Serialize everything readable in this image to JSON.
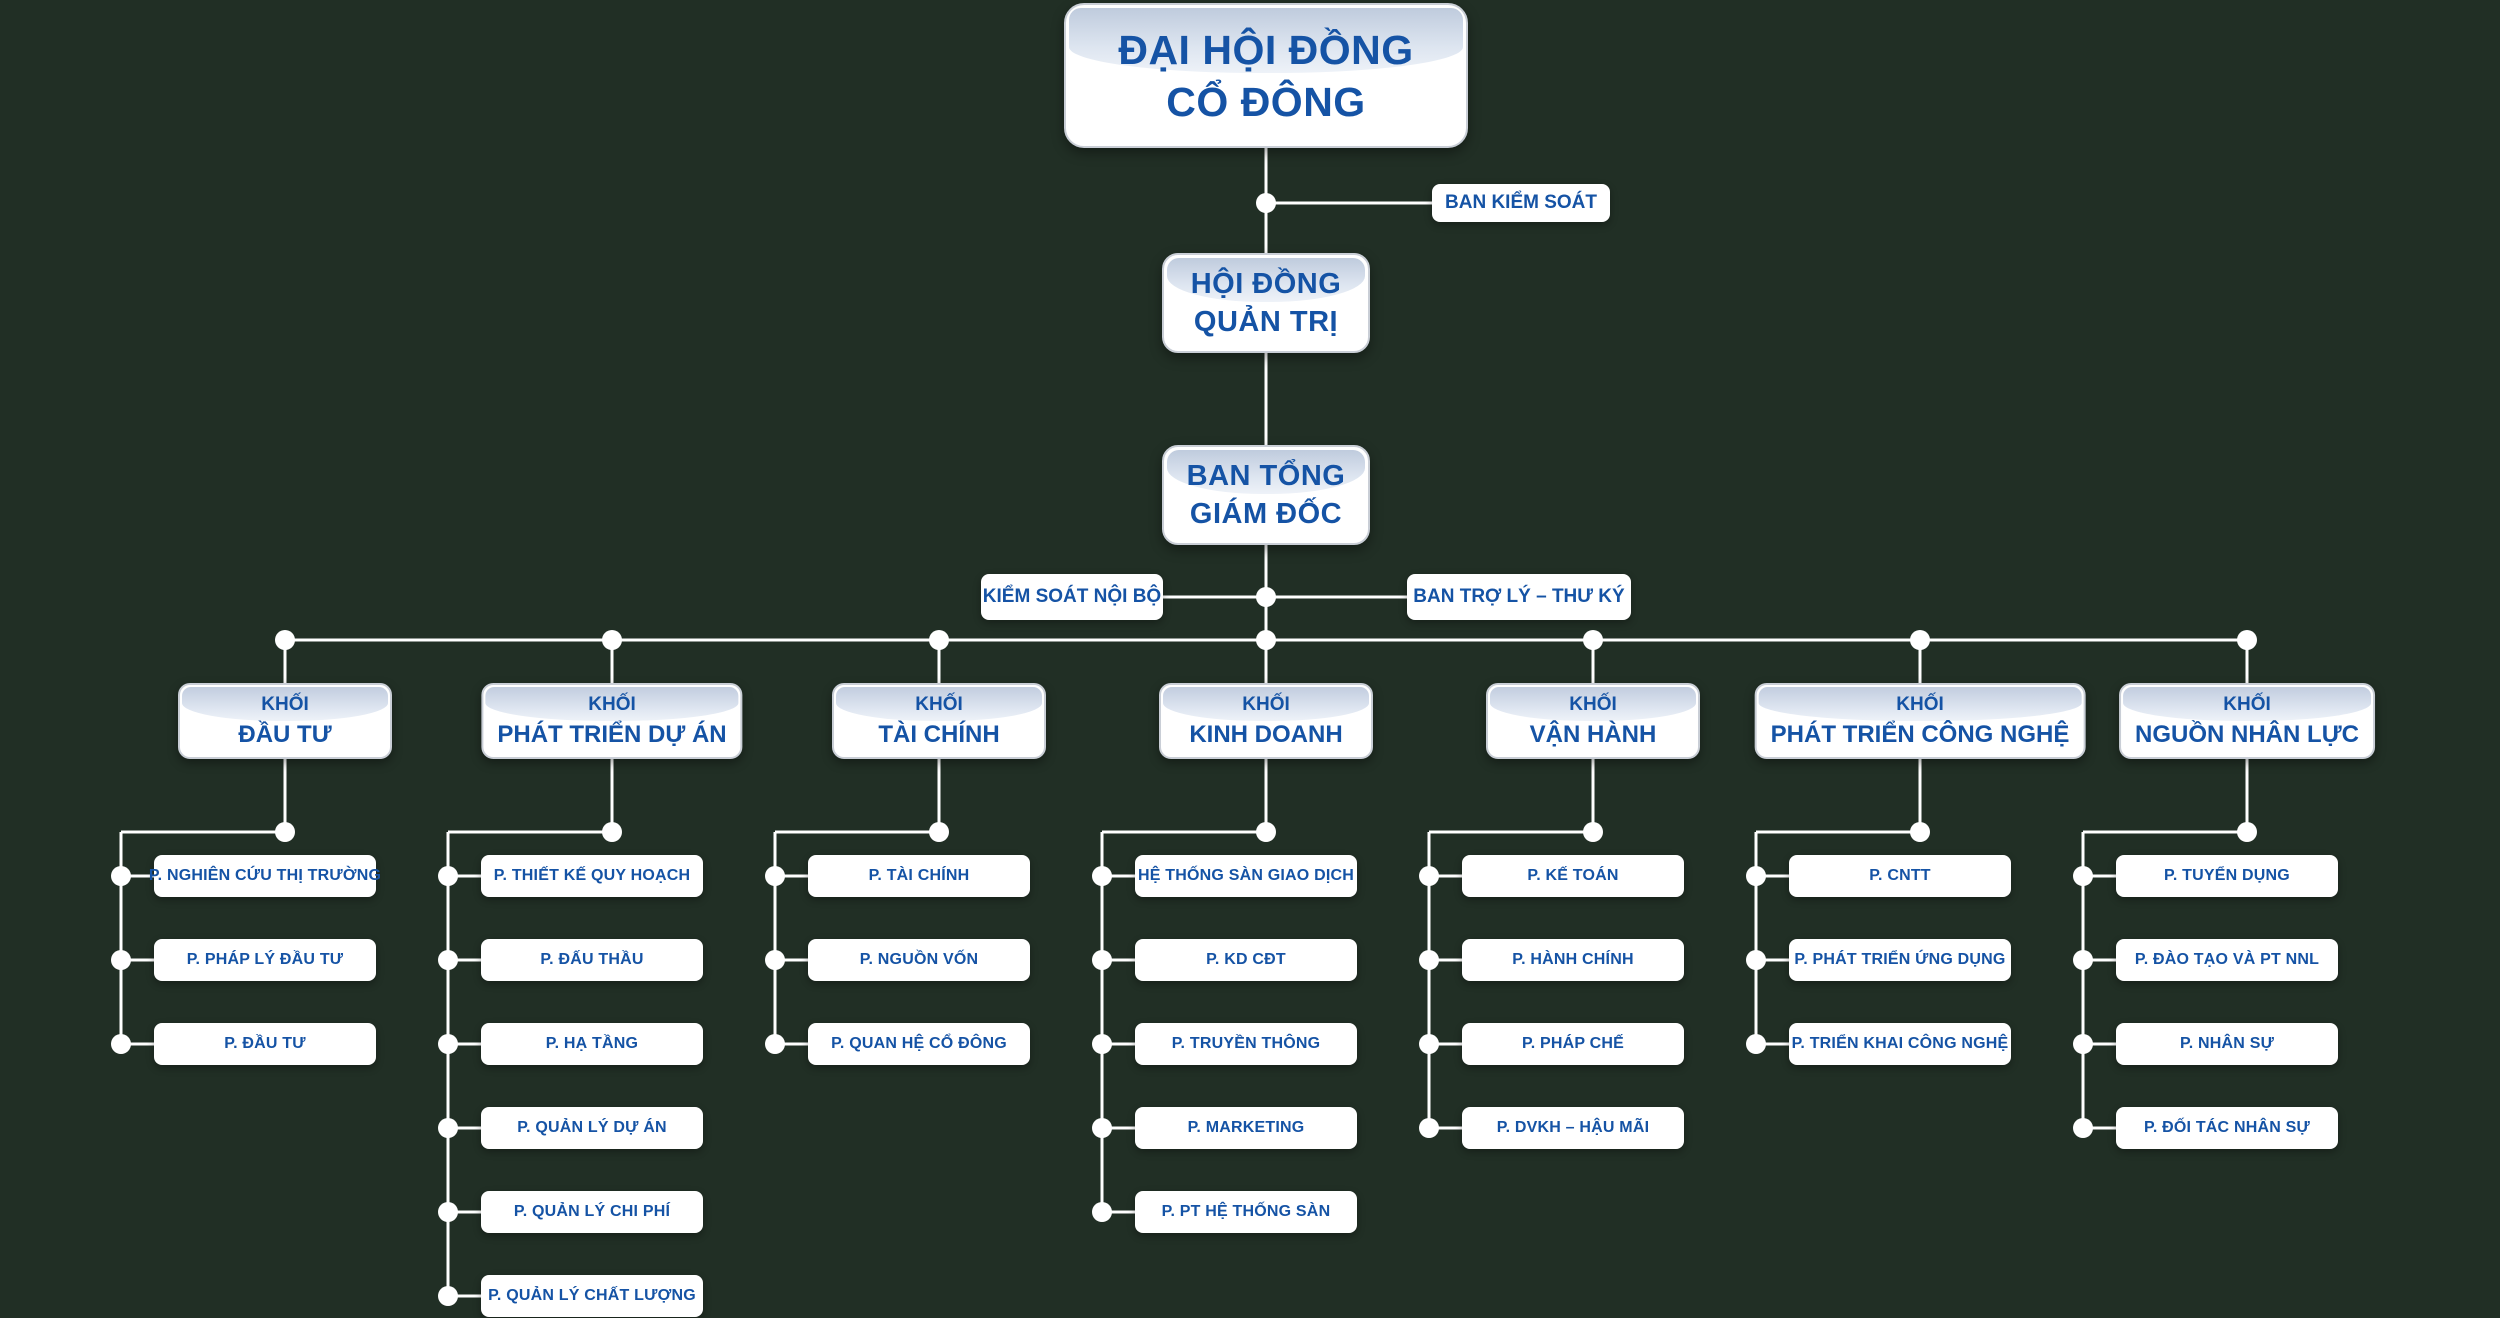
{
  "chart": {
    "type": "org-chart",
    "colors": {
      "background": "#212f25",
      "box_text_blue": "#1553a5",
      "connector_white": "#ffffff",
      "gloss_top": "#bfcbdd",
      "box_fill": "#ffffff"
    },
    "nodes": {
      "shareholders": {
        "line1": "ĐẠI HỘI ĐỒNG",
        "line2": "CỔ ĐÔNG"
      },
      "supervisory_board": {
        "label": "BAN KIỂM SOÁT"
      },
      "board_of_directors": {
        "line1": "HỘI ĐỒNG",
        "line2": "QUẢN TRỊ"
      },
      "general_directors": {
        "line1": "BAN TỔNG",
        "line2": "GIÁM ĐỐC"
      },
      "internal_control": {
        "label": "KIỂM SOÁT NỘI BỘ"
      },
      "assistant_secretary": {
        "label": "BAN TRỢ LÝ – THƯ KÝ"
      }
    },
    "divisions": [
      {
        "prefix": "KHỐI",
        "name": "ĐẦU TƯ",
        "departments": [
          "P. NGHIÊN CỨU THỊ TRƯỜNG",
          "P. PHÁP LÝ ĐẦU TƯ",
          "P. ĐẦU TƯ"
        ]
      },
      {
        "prefix": "KHỐI",
        "name": "PHÁT TRIỂN DỰ ÁN",
        "departments": [
          "P. THIẾT KẾ QUY HOẠCH",
          "P. ĐẤU THẦU",
          "P. HẠ TẦNG",
          "P. QUẢN LÝ DỰ ÁN",
          "P. QUẢN LÝ CHI PHÍ",
          "P. QUẢN LÝ CHẤT LƯỢNG"
        ]
      },
      {
        "prefix": "KHỐI",
        "name": "TÀI CHÍNH",
        "departments": [
          "P. TÀI CHÍNH",
          "P. NGUỒN VỐN",
          "P. QUAN HỆ CỔ ĐÔNG"
        ]
      },
      {
        "prefix": "KHỐI",
        "name": "KINH DOANH",
        "departments": [
          "HỆ THỐNG SÀN GIAO DỊCH",
          "P. KD CĐT",
          "P. TRUYỀN THÔNG",
          "P. MARKETING",
          "P. PT HỆ THỐNG SÀN"
        ]
      },
      {
        "prefix": "KHỐI",
        "name": "VẬN HÀNH",
        "departments": [
          "P. KẾ TOÁN",
          "P. HÀNH CHÍNH",
          "P. PHÁP CHẾ",
          "P. DVKH – HẬU MÃI"
        ]
      },
      {
        "prefix": "KHỐI",
        "name": "PHÁT TRIỂN CÔNG NGHỆ",
        "departments": [
          "P. CNTT",
          "P. PHÁT TRIỂN ỨNG DỤNG",
          "P. TRIỂN KHAI CÔNG NGHỆ"
        ]
      },
      {
        "prefix": "KHỐI",
        "name": "NGUỒN NHÂN LỰC",
        "departments": [
          "P. TUYỂN DỤNG",
          "P. ĐÀO TẠO VÀ PT NNL",
          "P. NHÂN SỰ",
          "P. ĐỐI TÁC NHÂN SỰ"
        ]
      }
    ]
  }
}
